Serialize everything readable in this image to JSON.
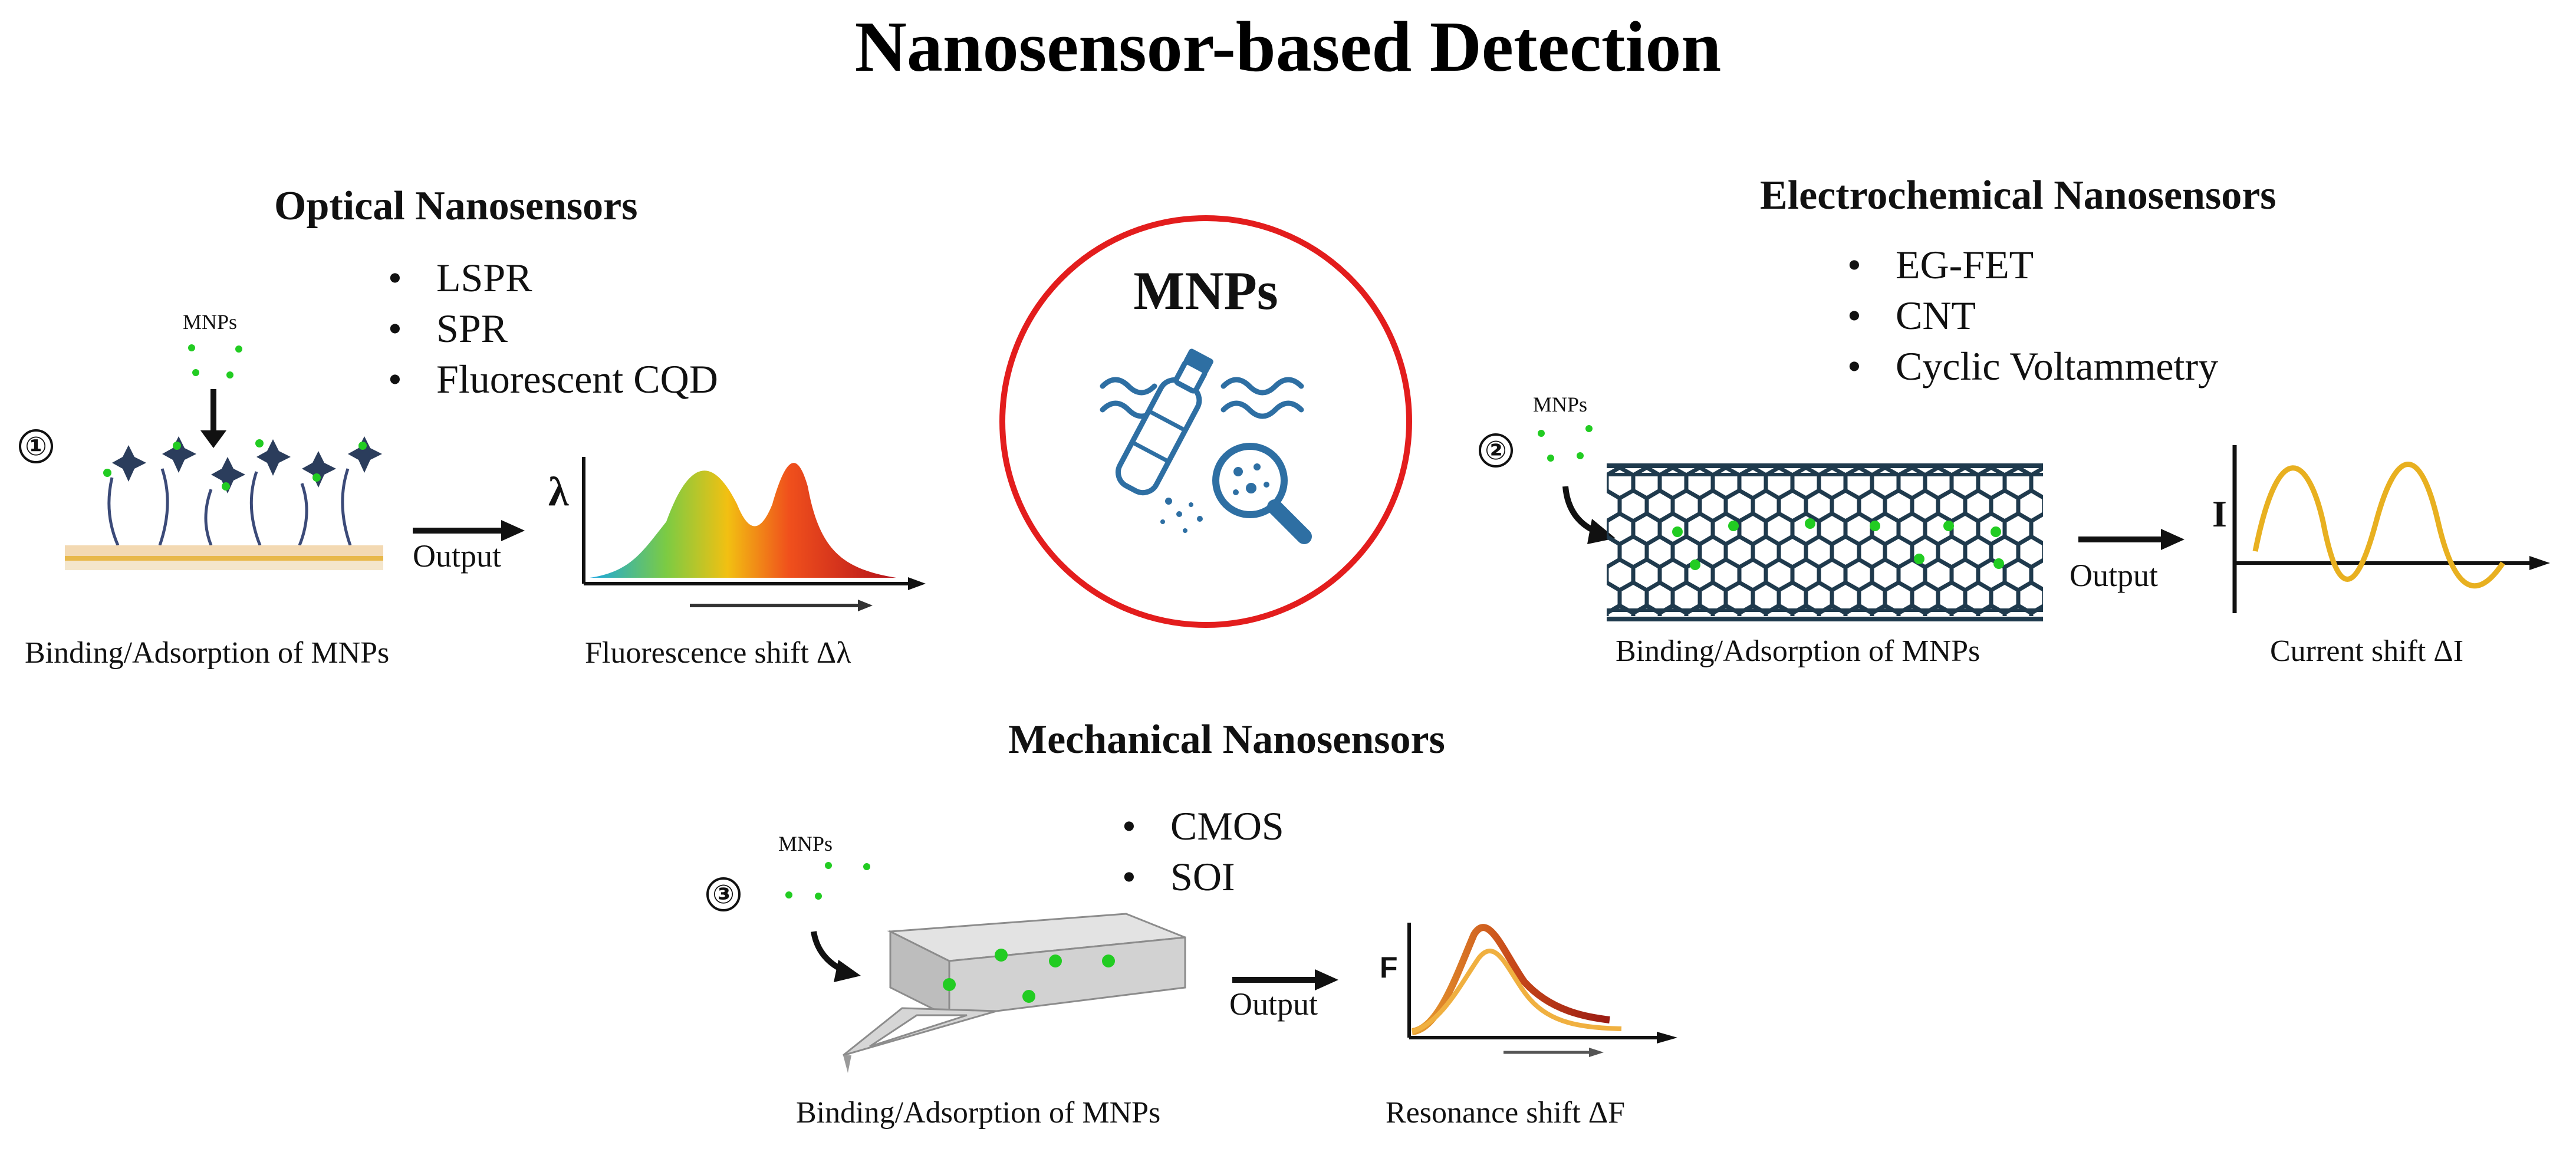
{
  "title": "Nanosensor-based Detection",
  "center": {
    "label": "MNPs",
    "icon": "bottle-magnifier-icon",
    "ring_color": "#e31d1d",
    "icon_color": "#2e6fa3"
  },
  "optical": {
    "number": "①",
    "title": "Optical Nanosensors",
    "methods": [
      "LSPR",
      "SPR",
      "Fluorescent CQD"
    ],
    "mnps_label": "MNPs",
    "output_label": "Output",
    "binding_caption": "Binding/Adsorption of MNPs",
    "axis_label": "λ",
    "result_caption": "Fluorescence shift Δλ"
  },
  "electrochemical": {
    "number": "②",
    "title": "Electrochemical Nanosensors",
    "methods": [
      "EG-FET",
      "CNT",
      "Cyclic Voltammetry"
    ],
    "mnps_label": "MNPs",
    "output_label": "Output",
    "binding_caption": "Binding/Adsorption of MNPs",
    "axis_label": "I",
    "result_caption": "Current shift ΔI"
  },
  "mechanical": {
    "number": "③",
    "title": "Mechanical Nanosensors",
    "methods": [
      "CMOS",
      "SOI"
    ],
    "mnps_label": "MNPs",
    "output_label": "Output",
    "binding_caption": "Binding/Adsorption of MNPs",
    "axis_label": "F",
    "result_caption": "Resonance shift ΔF"
  },
  "colors": {
    "particle": "#22cc22",
    "receptor": "#2b3d5c",
    "nanotube": "#1f3a4d",
    "wave": "#e8b020"
  }
}
